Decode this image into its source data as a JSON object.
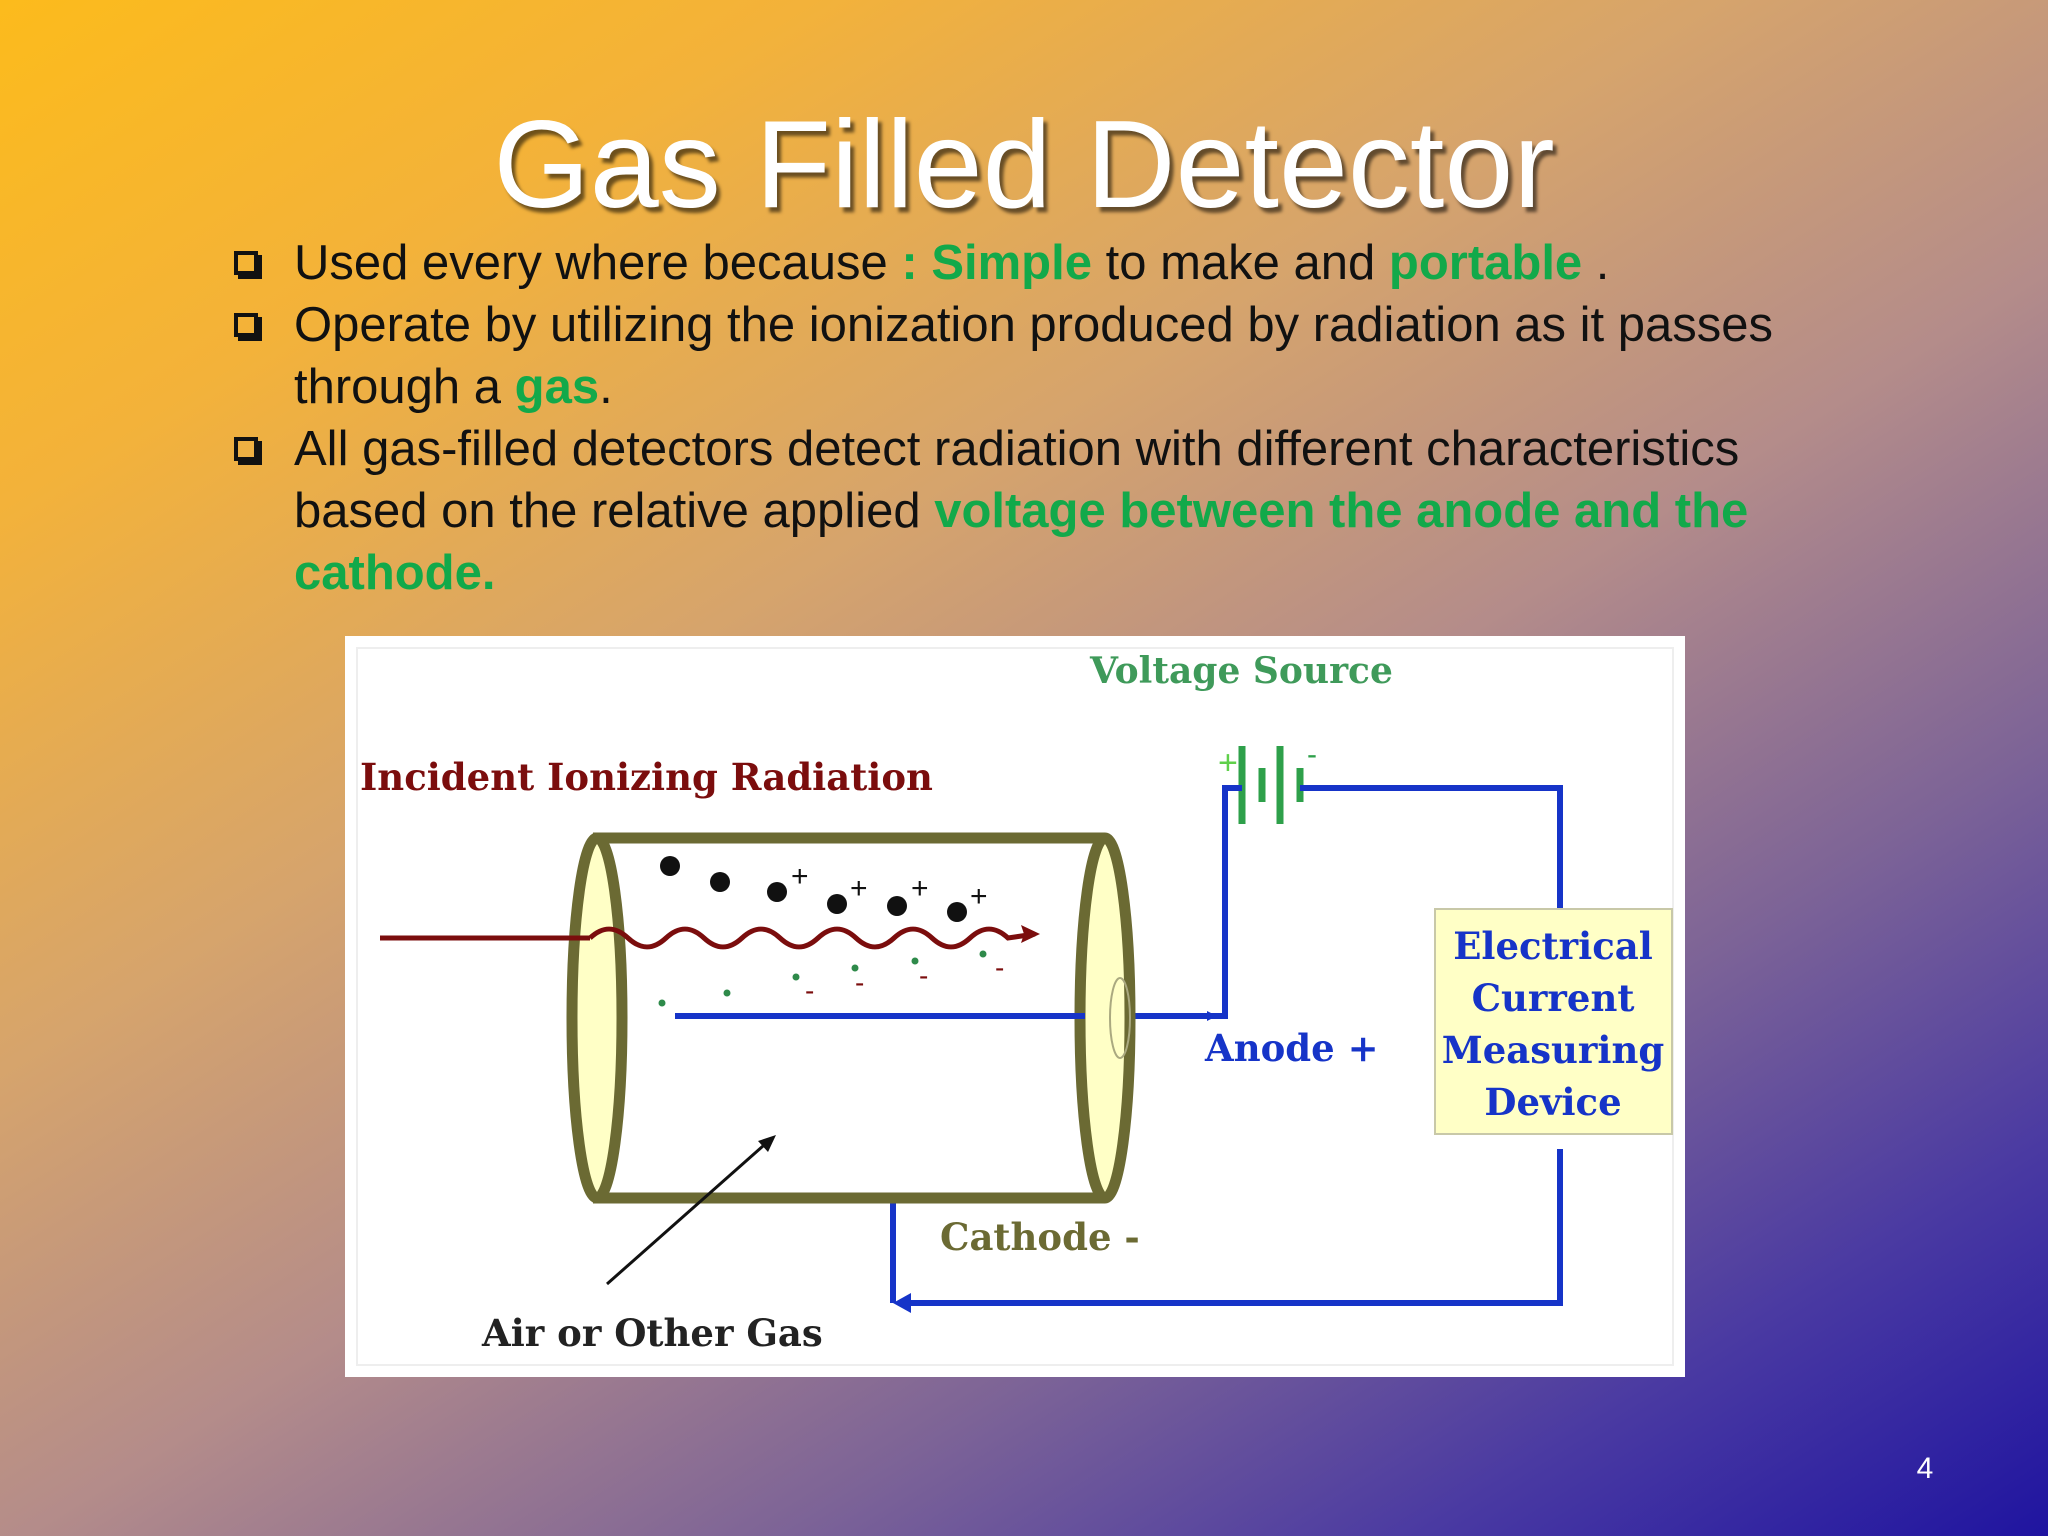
{
  "slide": {
    "title": "Gas Filled Detector",
    "page_number": "4"
  },
  "bullets": [
    {
      "parts": [
        {
          "text": "Used every where because ",
          "highlight": false
        },
        {
          "text": ": Simple",
          "highlight": true
        },
        {
          "text": " to make and  ",
          "highlight": false
        },
        {
          "text": "portable",
          "highlight": true
        },
        {
          "text": " .",
          "highlight": false
        }
      ]
    },
    {
      "parts": [
        {
          "text": "Operate by utilizing the ionization produced by radiation as it passes through a ",
          "highlight": false
        },
        {
          "text": "gas",
          "highlight": true
        },
        {
          "text": ".",
          "highlight": false
        }
      ]
    },
    {
      "parts": [
        {
          "text": "All gas-filled detectors detect radiation with different characteristics based on the relative applied ",
          "highlight": false
        },
        {
          "text": "voltage between the anode and the cathode.",
          "highlight": true
        }
      ]
    }
  ],
  "diagram": {
    "voltage_source": "Voltage Source",
    "plus_sign": "+",
    "minus_sign": "-",
    "incident_radiation": "Incident Ionizing Radiation",
    "anode": "Anode +",
    "cathode": "Cathode -",
    "gas": "Air or Other Gas",
    "device_line1": "Electrical",
    "device_line2": "Current",
    "device_line3": "Measuring",
    "device_line4": "Device",
    "ion_charge": "+",
    "electron_charge": "-"
  },
  "colors": {
    "highlight_green": "#12a94a",
    "title_white": "#ffffff",
    "wire_blue": "#1634c8",
    "radiation_red": "#7b0d0d",
    "tube_olive": "#6b6a33",
    "device_fill": "#ffffc6"
  }
}
